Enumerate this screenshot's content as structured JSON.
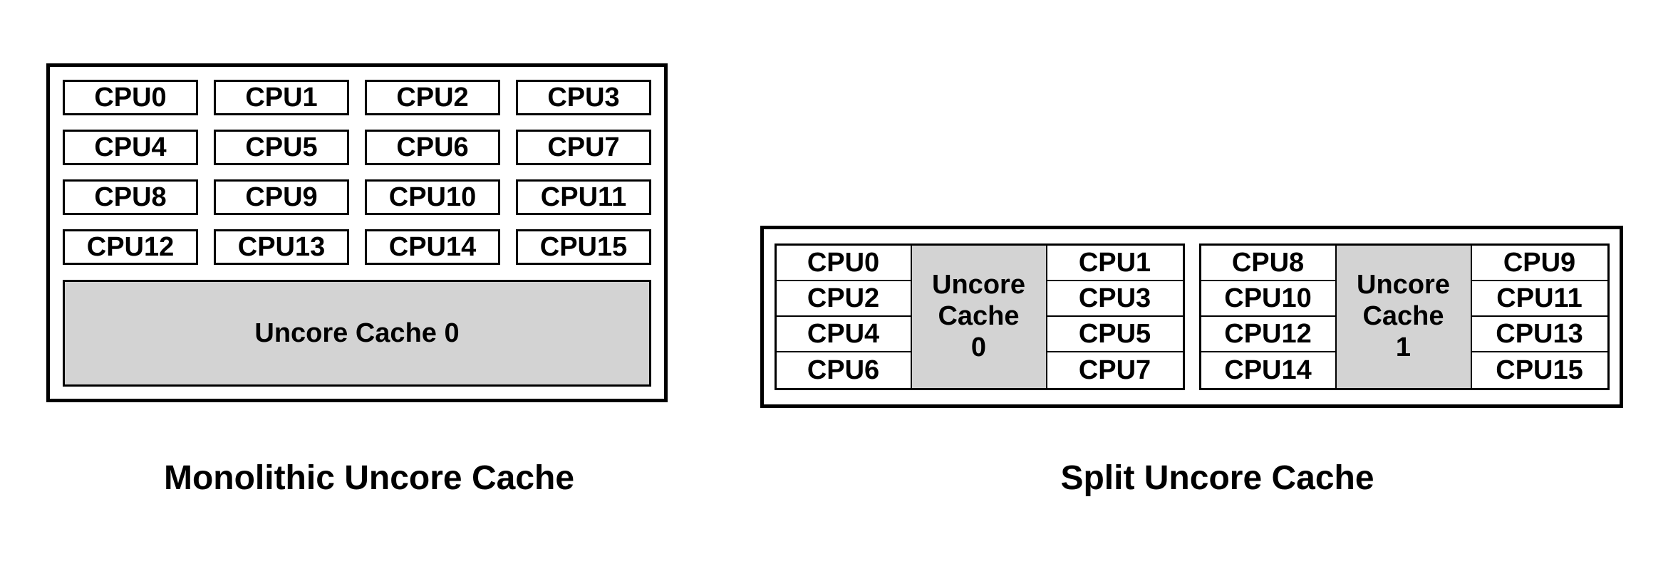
{
  "colors": {
    "cache_fill": "#d3d3d3",
    "line": "#000000",
    "text": "#000000",
    "background": "#ffffff"
  },
  "monolithic": {
    "caption": "Monolithic Uncore Cache",
    "uncore_label": "Uncore Cache 0",
    "cpus": [
      "CPU0",
      "CPU1",
      "CPU2",
      "CPU3",
      "CPU4",
      "CPU5",
      "CPU6",
      "CPU7",
      "CPU8",
      "CPU9",
      "CPU10",
      "CPU11",
      "CPU12",
      "CPU13",
      "CPU14",
      "CPU15"
    ]
  },
  "split": {
    "caption": "Split Uncore Cache",
    "clusters": [
      {
        "left_cpus": [
          "CPU0",
          "CPU2",
          "CPU4",
          "CPU6"
        ],
        "uncore_lines": [
          "Uncore",
          "Cache",
          "0"
        ],
        "right_cpus": [
          "CPU1",
          "CPU3",
          "CPU5",
          "CPU7"
        ]
      },
      {
        "left_cpus": [
          "CPU8",
          "CPU10",
          "CPU12",
          "CPU14"
        ],
        "uncore_lines": [
          "Uncore",
          "Cache",
          "1"
        ],
        "right_cpus": [
          "CPU9",
          "CPU11",
          "CPU13",
          "CPU15"
        ]
      }
    ]
  }
}
